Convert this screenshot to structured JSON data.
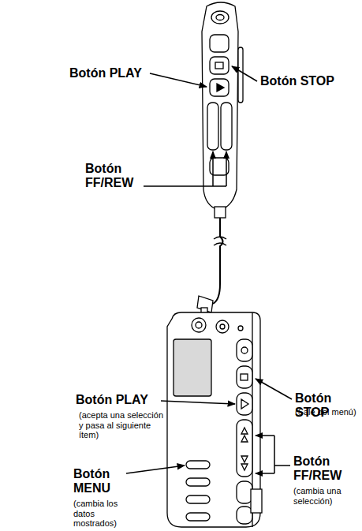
{
  "diagram": {
    "labels": [
      "Botón PLAY",
      "Botón STOP",
      "Botón FF/REW",
      "Botón PLAY",
      "(acepta una selección y pasa al siguiente ítem)",
      "Botón STOP",
      "(Sale del menú)",
      "Botón MENU",
      "(cambia los datos mostrados)",
      "Botón FF/REW",
      "(cambia una selección)"
    ]
  }
}
